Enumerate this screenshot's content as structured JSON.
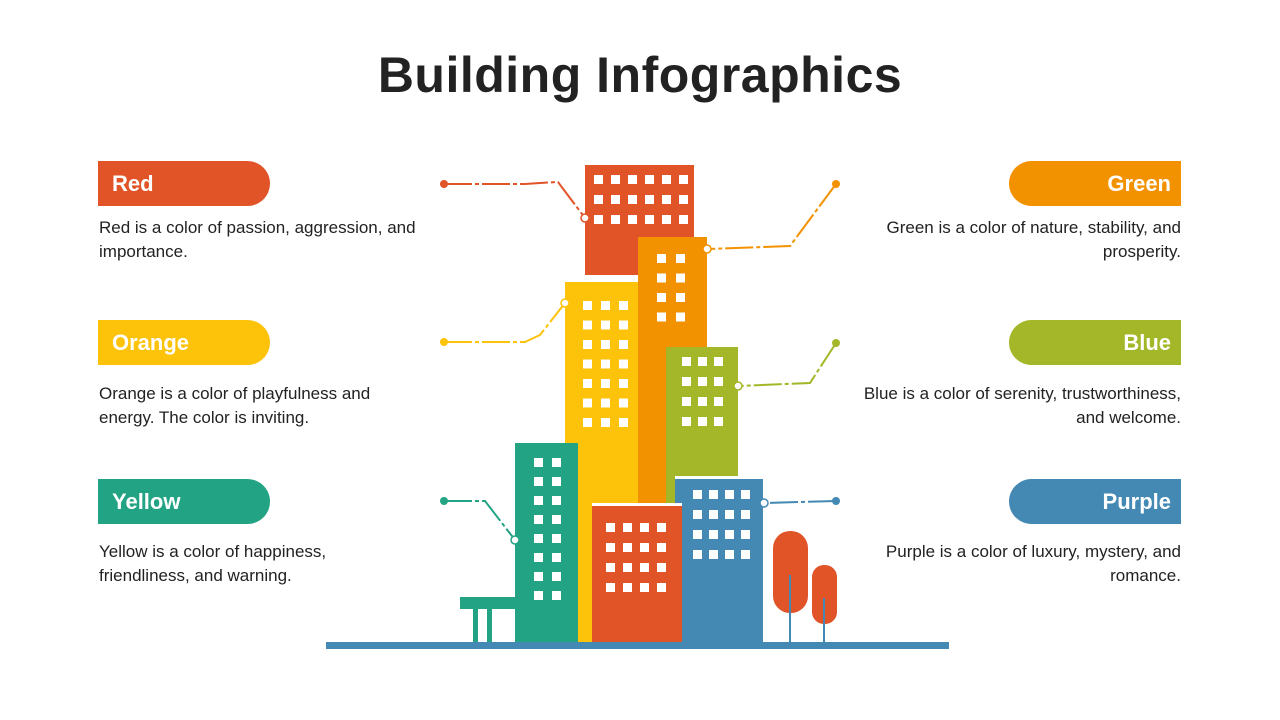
{
  "title": "Building Infographics",
  "colors": {
    "red": "#e05428",
    "orange": "#f39200",
    "yellow": "#fdc20a",
    "green": "#a4b728",
    "teal": "#22a383",
    "blue": "#4389b4",
    "ground": "#4389b4"
  },
  "items": {
    "red": {
      "label": "Red",
      "text": "Red is a color of passion, aggression, and importance.",
      "color": "#e05428"
    },
    "orange": {
      "label": "Orange",
      "text": "Orange is a color of playfulness and energy. The color is inviting.",
      "color": "#fdc20a"
    },
    "yellow": {
      "label": "Yellow",
      "text": "Yellow is a color of happiness, friendliness, and warning.",
      "color": "#22a383"
    },
    "green": {
      "label": "Green",
      "text": "Green is a color of nature, stability, and prosperity.",
      "color": "#f39200"
    },
    "blue": {
      "label": "Blue",
      "text": "Blue is a color of serenity, trustworthiness, and welcome.",
      "color": "#a4b728"
    },
    "purple": {
      "label": "Purple",
      "text": "Purple is a color of luxury, mystery, and romance.",
      "color": "#4389b4"
    }
  }
}
